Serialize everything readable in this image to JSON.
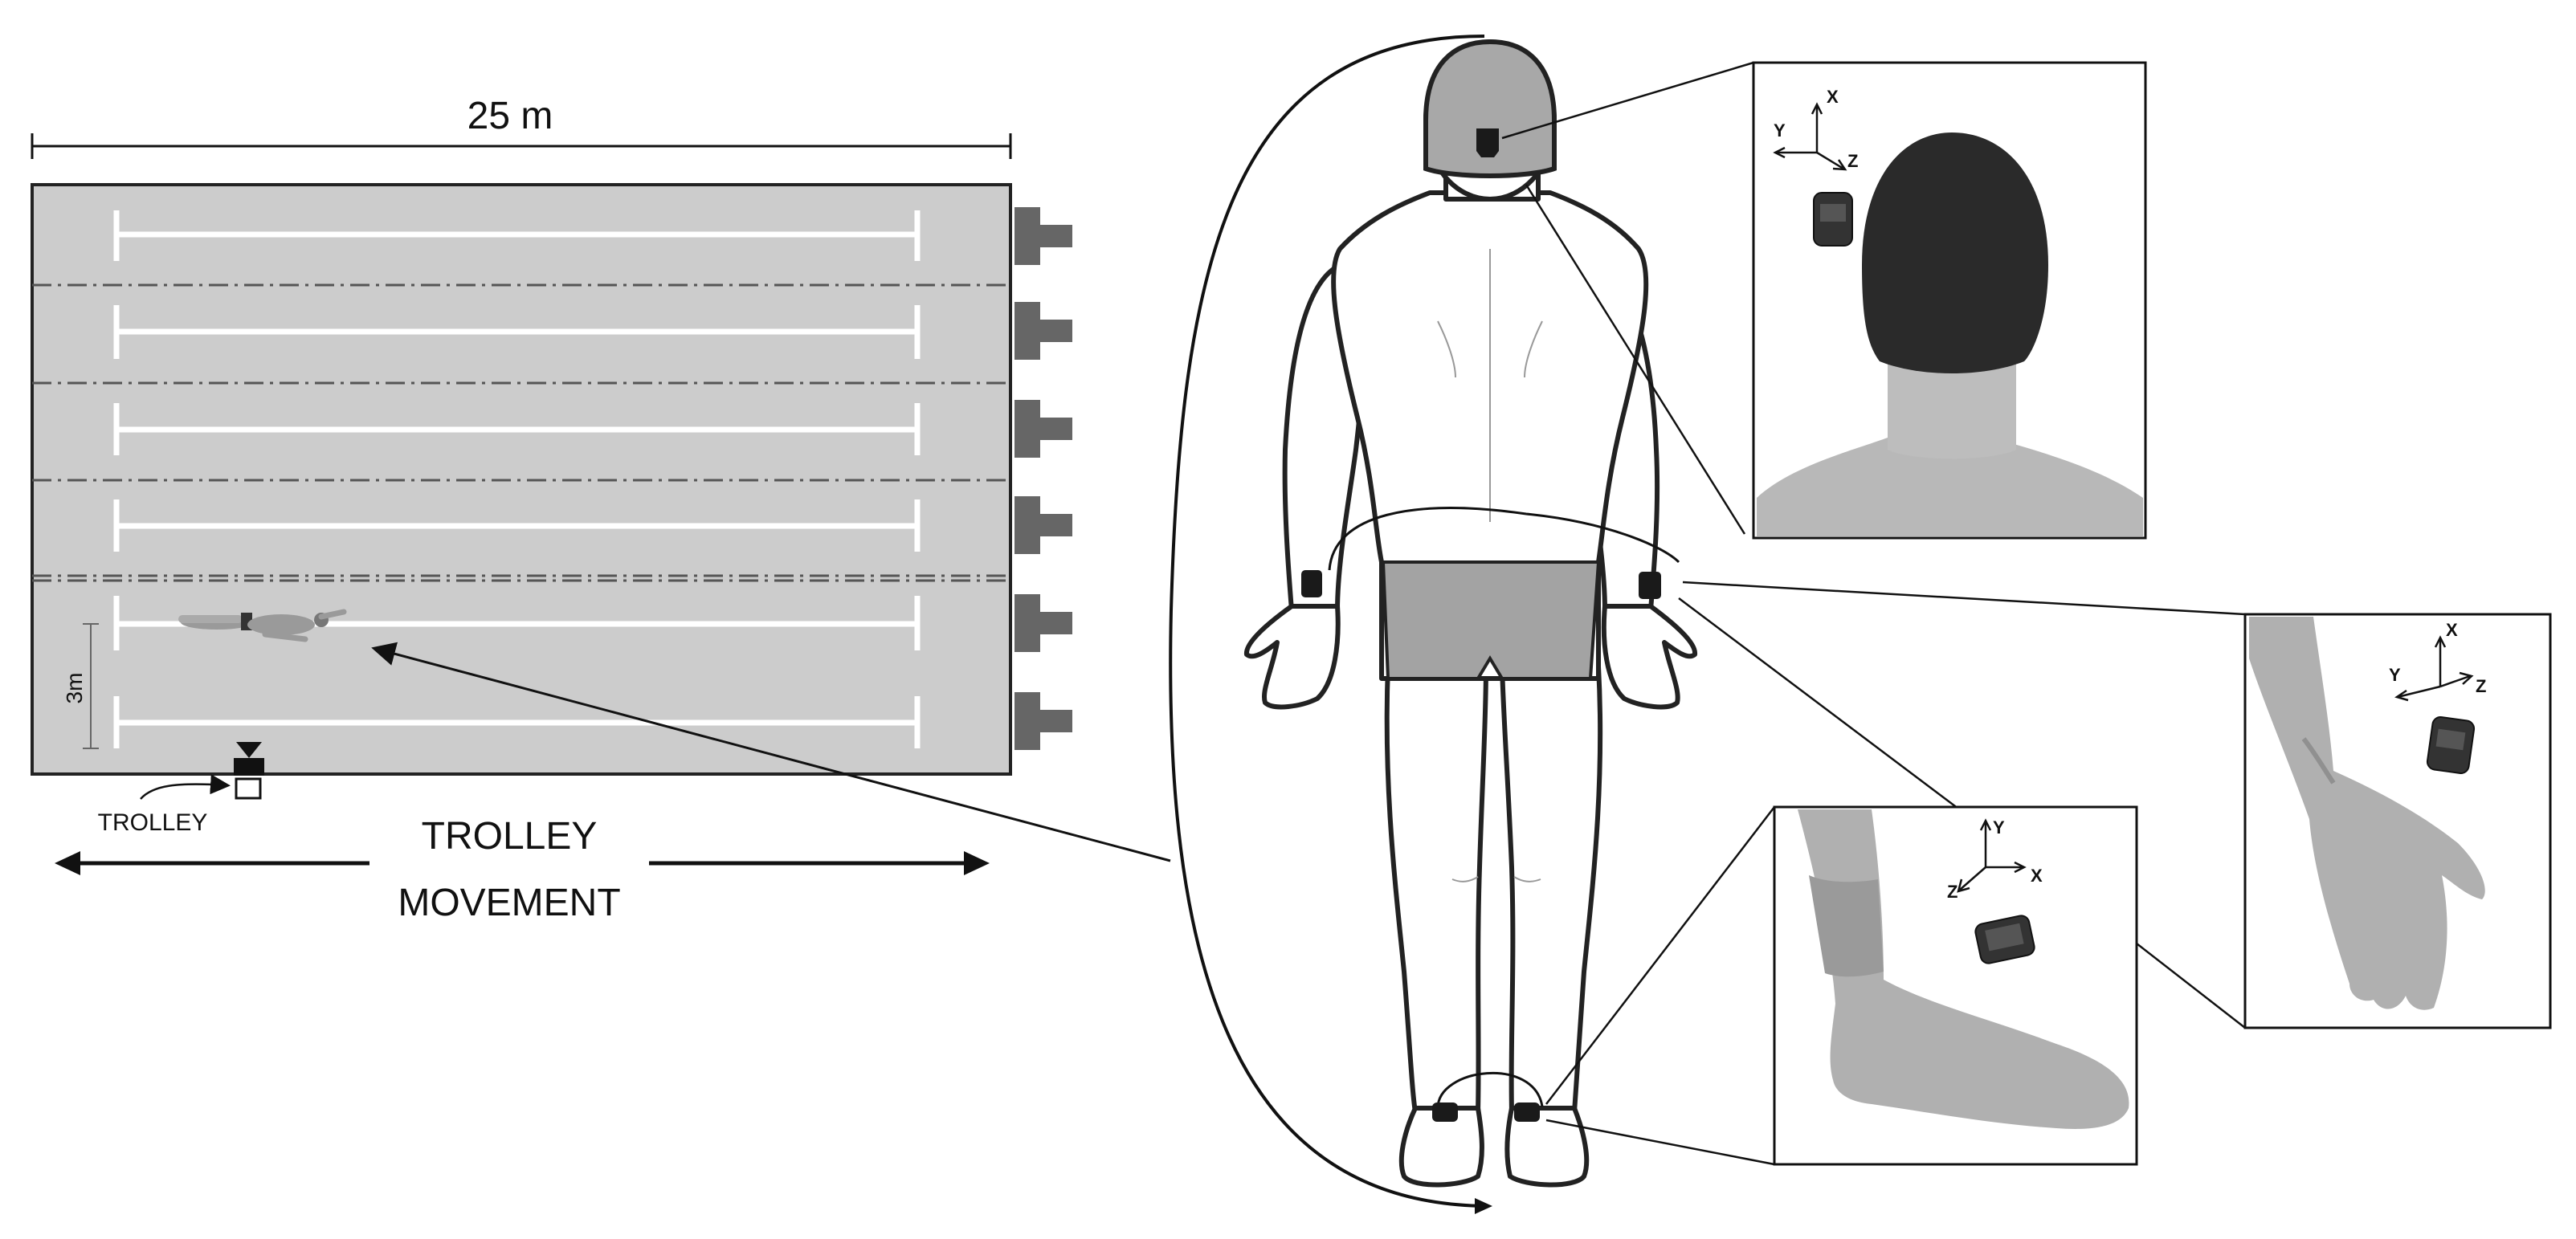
{
  "pool": {
    "length_label": "25 m",
    "lane_spacing_label": "3m",
    "trolley_label": "TROLLEY",
    "movement_label_line1": "TROLLEY",
    "movement_label_line2": "MOVEMENT"
  },
  "sensors": {
    "head": {
      "axes": [
        "X",
        "Y",
        "Z"
      ]
    },
    "wrist": {
      "axes": [
        "X",
        "Y",
        "Z"
      ]
    },
    "ankle": {
      "axes": [
        "Y",
        "X",
        "Z"
      ]
    }
  },
  "colors": {
    "pool_fill": "#cccccc",
    "dark_sensor": "#1a1a1a",
    "body_outline": "#222222",
    "swimsuit": "#a3a3a3",
    "cap": "#a8a8a8"
  }
}
